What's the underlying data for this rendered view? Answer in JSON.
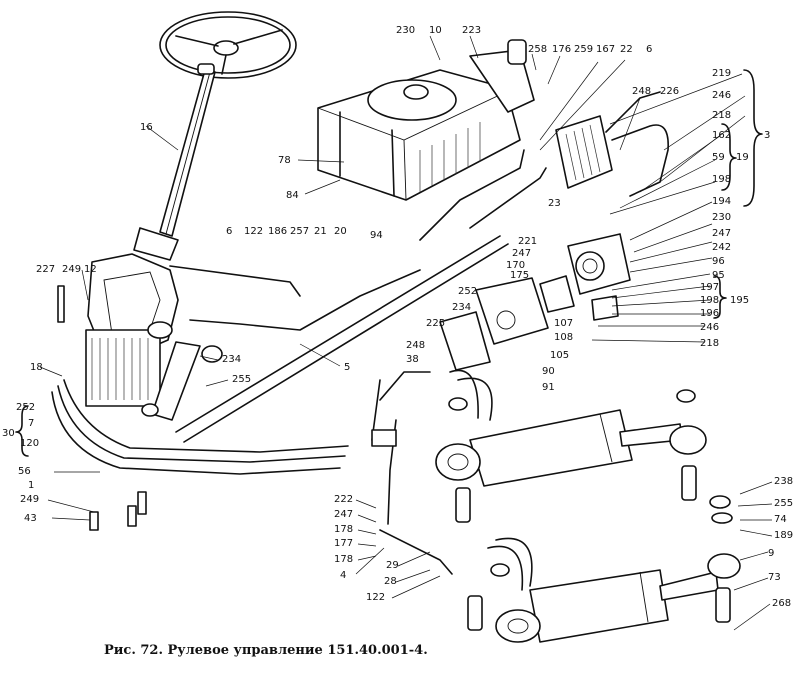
{
  "caption": "Рис. 72. Рулевое управление 151.40.001-4.",
  "labels": [
    "230",
    "10",
    "223",
    "258",
    "176",
    "259",
    "167",
    "22",
    "6",
    "219",
    "248",
    "226",
    "246",
    "218",
    "162",
    "59",
    "198",
    "3",
    "19",
    "16",
    "78",
    "84",
    "94",
    "23",
    "194",
    "230",
    "247",
    "242",
    "96",
    "95",
    "197",
    "198",
    "195",
    "196",
    "246",
    "218",
    "6",
    "122",
    "186",
    "257",
    "21",
    "20",
    "221",
    "247",
    "170",
    "175",
    "252",
    "234",
    "225",
    "107",
    "108",
    "248",
    "105",
    "38",
    "90",
    "91",
    "227",
    "249",
    "12",
    "18",
    "234",
    "255",
    "5",
    "252",
    "7",
    "30",
    "120",
    "56",
    "1",
    "249",
    "43",
    "222",
    "247",
    "178",
    "177",
    "178",
    "4",
    "29",
    "28",
    "122",
    "238",
    "255",
    "74",
    "189",
    "9",
    "73",
    "268"
  ],
  "colors": {
    "ink": "#111111",
    "paper": "#ffffff"
  }
}
